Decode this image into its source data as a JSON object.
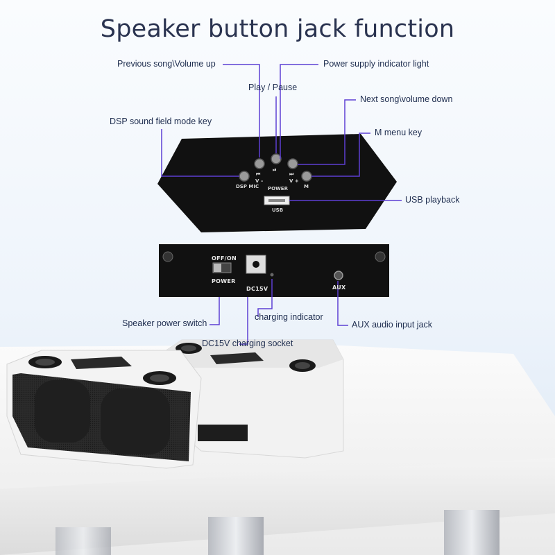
{
  "title": "Speaker button jack function",
  "callouts": {
    "prev_vol_up": "Previous song\\Volume up",
    "power_indicator": "Power supply indicator light",
    "play_pause": "Play / Pause",
    "next_vol_down": "Next song\\volume down",
    "dsp_key": "DSP sound field mode key",
    "m_menu": "M menu key",
    "usb_playback": "USB playback",
    "power_switch": "Speaker power switch",
    "charging_indicator": "charging indicator",
    "aux_input": "AUX audio input jack",
    "dc_socket": "DC15V charging socket"
  },
  "top_panel_labels": {
    "dsp_mic": "DSP MIC",
    "prev_symbol": "⏮",
    "v_minus": "V –",
    "play_symbol": "⏯",
    "power": "POWER",
    "next_symbol": "⏭",
    "v_plus": "V +",
    "m": "M",
    "usb": "USB"
  },
  "rear_panel_labels": {
    "off_on": "OFF/ON",
    "power": "POWER",
    "dc15v": "DC15V",
    "aux": "AUX"
  },
  "colors": {
    "leader_line": "#5d3fd3",
    "panel": "#111111",
    "text": "#1e2d4f"
  }
}
